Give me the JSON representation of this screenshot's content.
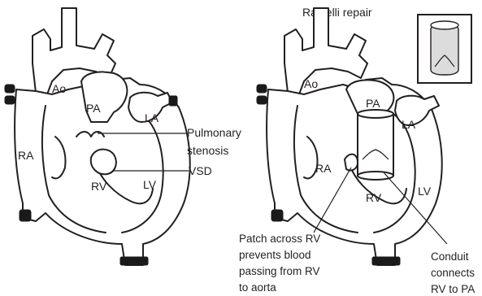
{
  "left_diagram": {
    "labels": {
      "ao": "Ao",
      "pa": "PA",
      "la": "LA",
      "ra": "RA",
      "rv": "RV",
      "lv": "LV"
    },
    "callouts": {
      "pulmonary_line1": "Pulmonary",
      "pulmonary_line2": "stenosis",
      "vsd": "VSD"
    }
  },
  "right_diagram": {
    "title": "Rastelli repair",
    "labels": {
      "ao": "Ao",
      "pa": "PA",
      "la": "LA",
      "ra": "RA",
      "rv": "RV",
      "lv": "LV"
    },
    "callouts": {
      "patch": [
        "Patch across RV",
        "prevents blood",
        "passing from RV",
        "to aorta"
      ],
      "conduit": [
        "Conduit",
        "connects",
        "RV to PA"
      ]
    }
  }
}
